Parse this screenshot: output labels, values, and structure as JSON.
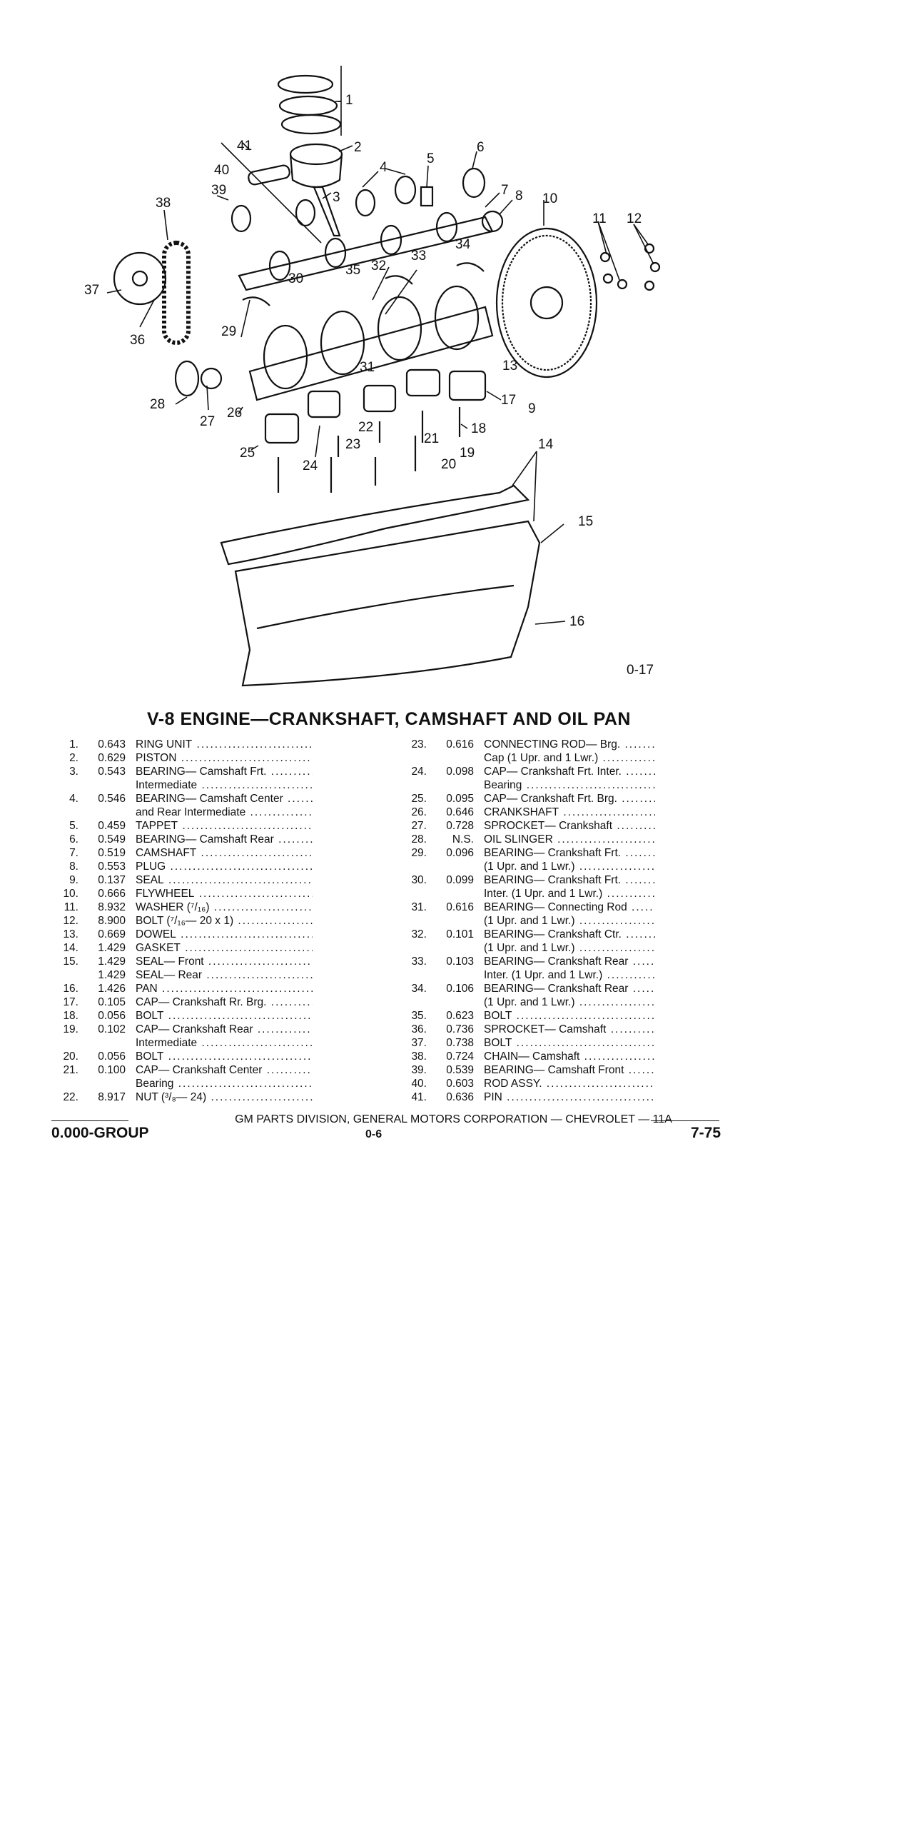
{
  "diagram": {
    "figure_code": "0-17",
    "callouts": [
      "1",
      "2",
      "3",
      "4",
      "5",
      "6",
      "7",
      "8",
      "9",
      "10",
      "11",
      "12",
      "13",
      "14",
      "15",
      "16",
      "17",
      "18",
      "19",
      "20",
      "21",
      "22",
      "23",
      "24",
      "25",
      "26",
      "27",
      "28",
      "29",
      "30",
      "31",
      "32",
      "33",
      "34",
      "35",
      "36",
      "37",
      "38",
      "39",
      "40",
      "41"
    ]
  },
  "title": "V-8 ENGINE—CRANKSHAFT, CAMSHAFT AND OIL PAN",
  "parts_left": [
    {
      "num": "1.",
      "code": "0.643",
      "desc": "RING UNIT"
    },
    {
      "num": "2.",
      "code": "0.629",
      "desc": "PISTON"
    },
    {
      "num": "3.",
      "code": "0.543",
      "desc": "BEARING— Camshaft Frt."
    },
    {
      "num": "",
      "code": "",
      "desc": "Intermediate"
    },
    {
      "num": "4.",
      "code": "0.546",
      "desc": "BEARING— Camshaft Center"
    },
    {
      "num": "",
      "code": "",
      "desc": "and Rear Intermediate"
    },
    {
      "num": "5.",
      "code": "0.459",
      "desc": "TAPPET"
    },
    {
      "num": "6.",
      "code": "0.549",
      "desc": "BEARING— Camshaft Rear"
    },
    {
      "num": "7.",
      "code": "0.519",
      "desc": "CAMSHAFT"
    },
    {
      "num": "8.",
      "code": "0.553",
      "desc": "PLUG"
    },
    {
      "num": "9.",
      "code": "0.137",
      "desc": "SEAL"
    },
    {
      "num": "10.",
      "code": "0.666",
      "desc": "FLYWHEEL"
    },
    {
      "num": "11.",
      "code": "8.932",
      "desc": "WASHER (⁷/₁₆)"
    },
    {
      "num": "12.",
      "code": "8.900",
      "desc": "BOLT (⁷/₁₆— 20 x 1)"
    },
    {
      "num": "13.",
      "code": "0.669",
      "desc": "DOWEL"
    },
    {
      "num": "14.",
      "code": "1.429",
      "desc": "GASKET"
    },
    {
      "num": "15.",
      "code": "1.429",
      "desc": "SEAL— Front"
    },
    {
      "num": "",
      "code": "1.429",
      "desc": "SEAL— Rear"
    },
    {
      "num": "16.",
      "code": "1.426",
      "desc": "PAN"
    },
    {
      "num": "17.",
      "code": "0.105",
      "desc": "CAP— Crankshaft Rr. Brg."
    },
    {
      "num": "18.",
      "code": "0.056",
      "desc": "BOLT"
    },
    {
      "num": "19.",
      "code": "0.102",
      "desc": "CAP— Crankshaft Rear"
    },
    {
      "num": "",
      "code": "",
      "desc": "Intermediate"
    },
    {
      "num": "20.",
      "code": "0.056",
      "desc": "BOLT"
    },
    {
      "num": "21.",
      "code": "0.100",
      "desc": "CAP— Crankshaft Center"
    },
    {
      "num": "",
      "code": "",
      "desc": "Bearing"
    },
    {
      "num": "22.",
      "code": "8.917",
      "desc": "NUT (³/₈— 24)"
    }
  ],
  "parts_right": [
    {
      "num": "23.",
      "code": "0.616",
      "desc": "CONNECTING ROD— Brg."
    },
    {
      "num": "",
      "code": "",
      "desc": "Cap (1 Upr. and 1 Lwr.)"
    },
    {
      "num": "24.",
      "code": "0.098",
      "desc": "CAP— Crankshaft Frt. Inter."
    },
    {
      "num": "",
      "code": "",
      "desc": "Bearing"
    },
    {
      "num": "25.",
      "code": "0.095",
      "desc": "CAP— Crankshaft Frt. Brg."
    },
    {
      "num": "26.",
      "code": "0.646",
      "desc": "CRANKSHAFT"
    },
    {
      "num": "27.",
      "code": "0.728",
      "desc": "SPROCKET— Crankshaft"
    },
    {
      "num": "28.",
      "code": "N.S.",
      "desc": "OIL SLINGER"
    },
    {
      "num": "29.",
      "code": "0.096",
      "desc": "BEARING— Crankshaft Frt."
    },
    {
      "num": "",
      "code": "",
      "desc": "(1 Upr. and 1 Lwr.)"
    },
    {
      "num": "30.",
      "code": "0.099",
      "desc": "BEARING— Crankshaft Frt."
    },
    {
      "num": "",
      "code": "",
      "desc": "Inter. (1 Upr. and 1 Lwr.)"
    },
    {
      "num": "31.",
      "code": "0.616",
      "desc": "BEARING— Connecting Rod"
    },
    {
      "num": "",
      "code": "",
      "desc": "(1 Upr. and 1 Lwr.)"
    },
    {
      "num": "32.",
      "code": "0.101",
      "desc": "BEARING— Crankshaft Ctr."
    },
    {
      "num": "",
      "code": "",
      "desc": "(1 Upr. and 1 Lwr.)"
    },
    {
      "num": "33.",
      "code": "0.103",
      "desc": "BEARING— Crankshaft Rear"
    },
    {
      "num": "",
      "code": "",
      "desc": "Inter. (1 Upr. and 1 Lwr.)"
    },
    {
      "num": "34.",
      "code": "0.106",
      "desc": "BEARING— Crankshaft Rear"
    },
    {
      "num": "",
      "code": "",
      "desc": "(1 Upr. and 1 Lwr.)"
    },
    {
      "num": "35.",
      "code": "0.623",
      "desc": "BOLT"
    },
    {
      "num": "36.",
      "code": "0.736",
      "desc": "SPROCKET— Camshaft"
    },
    {
      "num": "37.",
      "code": "0.738",
      "desc": "BOLT"
    },
    {
      "num": "38.",
      "code": "0.724",
      "desc": "CHAIN— Camshaft"
    },
    {
      "num": "39.",
      "code": "0.539",
      "desc": "BEARING— Camshaft Front"
    },
    {
      "num": "40.",
      "code": "0.603",
      "desc": "ROD ASSY."
    },
    {
      "num": "41.",
      "code": "0.636",
      "desc": "PIN"
    }
  ],
  "footer": {
    "text": "GM PARTS DIVISION, GENERAL MOTORS CORPORATION — CHEVROLET — 11A",
    "group": "0.000-GROUP",
    "page": "0-6",
    "date": "7-75"
  }
}
